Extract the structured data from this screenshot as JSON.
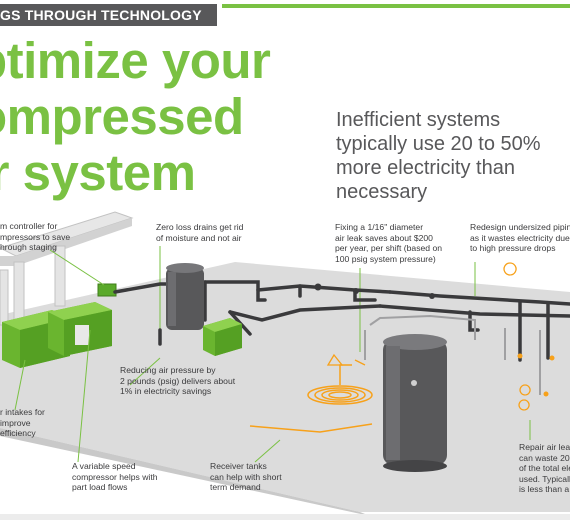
{
  "banner": {
    "text": "GS THROUGH TECHNOLOGY"
  },
  "headline": {
    "line1": "ptimize your",
    "line2": "ompressed",
    "line3": "ir system"
  },
  "stat": {
    "line1": "Inefficient systems",
    "line2": "typically use 20 to 50%",
    "line3": "more electricity than",
    "line4": "necessary"
  },
  "callouts": {
    "controller": [
      "m controller for",
      "mpressors to save",
      "hrough staging"
    ],
    "drains": [
      "Zero loss drains get rid",
      "of moisture and not air"
    ],
    "leak": [
      "Fixing a 1/16\" diameter",
      "air leak saves about $200",
      "per year, per shift (based on",
      "100 psig system pressure)"
    ],
    "piping": [
      "Redesign undersized piping",
      "as it wastes electricity due",
      "to high pressure drops"
    ],
    "pressure": [
      "Reducing air pressure by",
      "2 pounds (psig) delivers about",
      "1% in electricity savings"
    ],
    "intakes": [
      "r intakes for",
      "improve",
      "efficiency"
    ],
    "vsd": [
      "A variable speed",
      "compressor helps with",
      "part load flows"
    ],
    "receiver": [
      "Receiver tanks",
      "can help with short",
      "term demand"
    ],
    "repair": [
      "Repair air leak",
      "can waste 20",
      "of the total ele",
      "used. Typicall",
      "is less than a"
    ]
  },
  "colors": {
    "accent_green": "#7ac143",
    "banner_gray": "#58585a",
    "floor_gray": "#dcdcdc",
    "pipe_dark": "#3a3a3c",
    "leak_orange": "#f7a11a"
  }
}
